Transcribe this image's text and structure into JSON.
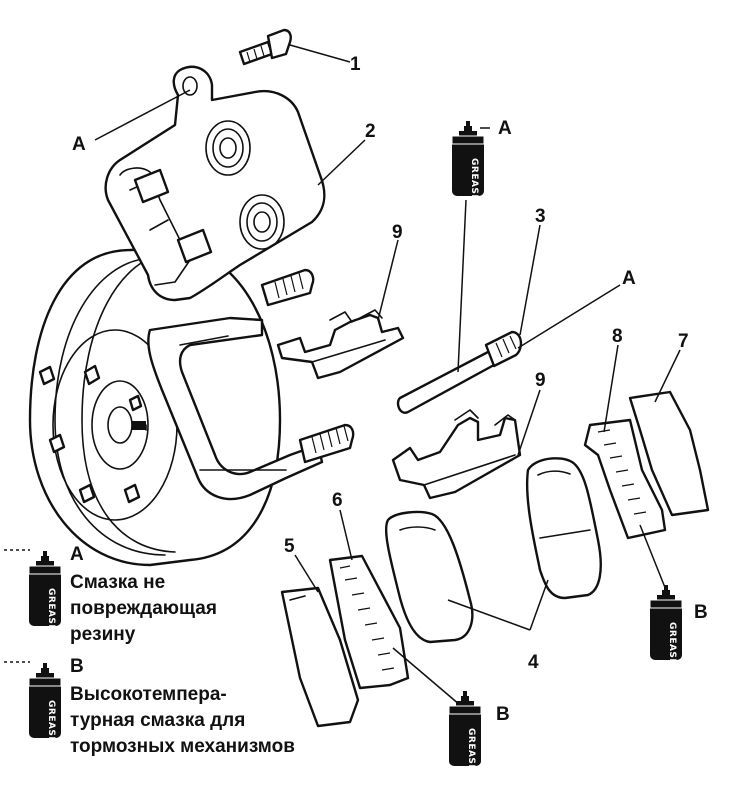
{
  "callouts": {
    "n1": "1",
    "n2": "2",
    "n3": "3",
    "n4": "4",
    "n5": "5",
    "n6": "6",
    "n7": "7",
    "n8": "8",
    "n9a": "9",
    "n9b": "9",
    "a_caliper": "A",
    "a_grease": "A",
    "a_pin": "A",
    "b_right": "B",
    "b_bottom": "B"
  },
  "grease_can_label": "GREASE",
  "legend": {
    "a_letter": "A",
    "a_lines": [
      "Смазка не",
      "повреждающая",
      "резину"
    ],
    "b_letter": "B",
    "b_lines": [
      "Высокотемпера-",
      "турная смазка для",
      "тормозных механизмов"
    ]
  },
  "colors": {
    "ink": "#111111",
    "paper": "#ffffff"
  }
}
